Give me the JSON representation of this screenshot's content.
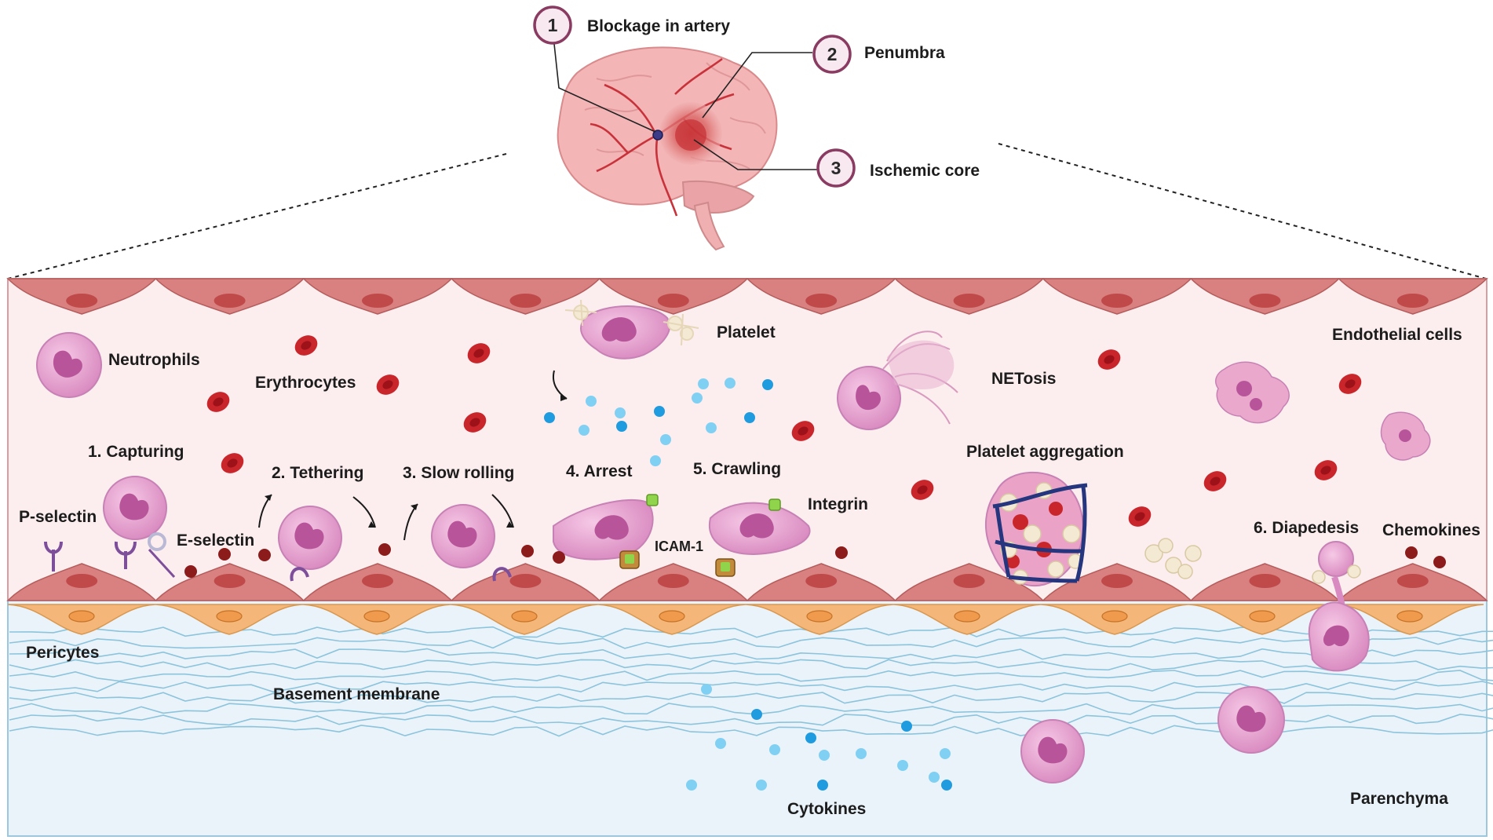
{
  "brain": {
    "callouts": [
      {
        "number": "1",
        "label": "Blockage in artery"
      },
      {
        "number": "2",
        "label": "Penumbra"
      },
      {
        "number": "3",
        "label": "Ischemic core"
      }
    ]
  },
  "vessel": {
    "labels": {
      "neutrophils": "Neutrophils",
      "erythrocytes": "Erythrocytes",
      "platelet": "Platelet",
      "netosis": "NETosis",
      "endothelial_cells": "Endothelial cells",
      "platelet_aggregation": "Platelet aggregation",
      "p_selectin": "P-selectin",
      "e_selectin": "E-selectin",
      "icam1": "ICAM-1",
      "integrin": "Integrin",
      "chemokines": "Chemokines"
    },
    "steps": [
      "1. Capturing",
      "2. Tethering",
      "3. Slow rolling",
      "4. Arrest",
      "5. Crawling",
      "6. Diapedesis"
    ]
  },
  "tissue": {
    "labels": {
      "pericytes": "Pericytes",
      "basement_membrane": "Basement membrane",
      "cytokines": "Cytokines",
      "parenchyma": "Parenchyma"
    }
  },
  "colors": {
    "vessel_lumen": "#fcedee",
    "endothelium": "#d98180",
    "nucleus": "#c04a4a",
    "pericyte": "#f4b679",
    "basement_membrane": "#8cc4dc",
    "parenchyma": "#eaf3fa",
    "neutrophil": "#e8a3d2",
    "neutrophil_nucleus": "#b8559a",
    "erythrocyte": "#c9262c",
    "cytokine": "#5cc0ea",
    "callout_ring": "#8a3b61"
  }
}
